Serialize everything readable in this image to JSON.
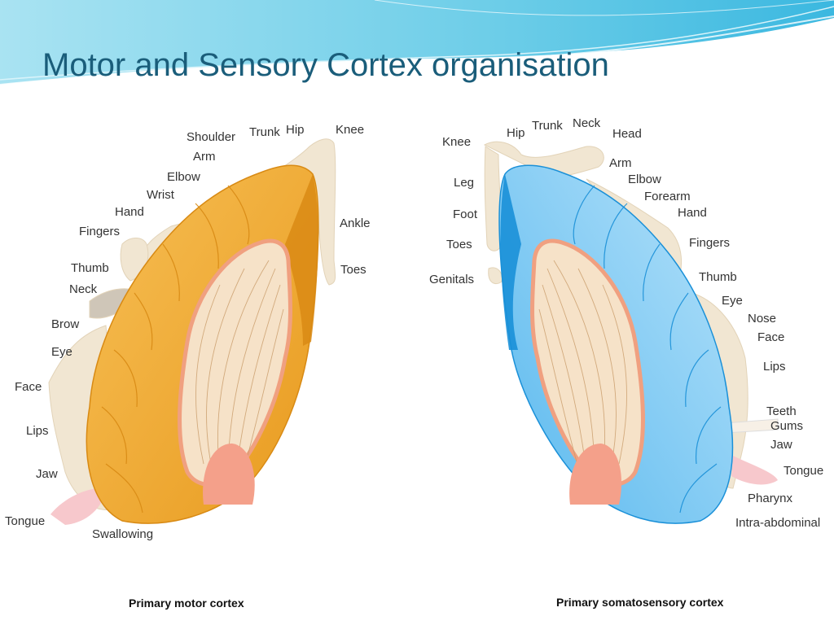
{
  "slide": {
    "title": "Motor and Sensory Cortex organisation"
  },
  "motor": {
    "caption": "Primary motor cortex",
    "labels": {
      "shoulder": "Shoulder",
      "trunk": "Trunk",
      "hip": "Hip",
      "knee": "Knee",
      "arm": "Arm",
      "elbow": "Elbow",
      "wrist": "Wrist",
      "hand": "Hand",
      "fingers": "Fingers",
      "ankle": "Ankle",
      "toes": "Toes",
      "thumb": "Thumb",
      "neck": "Neck",
      "brow": "Brow",
      "eye": "Eye",
      "face": "Face",
      "lips": "Lips",
      "jaw": "Jaw",
      "tongue": "Tongue",
      "swallowing": "Swallowing"
    },
    "colors": {
      "cortex": "#f0a830",
      "cortex_dark": "#d98a14",
      "cross_section": "#f5dcc0",
      "border": "#f0a080"
    }
  },
  "sensory": {
    "caption": "Primary somatosensory cortex",
    "labels": {
      "hip": "Hip",
      "trunk": "Trunk",
      "neck": "Neck",
      "head": "Head",
      "knee": "Knee",
      "arm": "Arm",
      "elbow": "Elbow",
      "leg": "Leg",
      "forearm": "Forearm",
      "foot": "Foot",
      "hand": "Hand",
      "toes": "Toes",
      "fingers": "Fingers",
      "genitals": "Genitals",
      "thumb": "Thumb",
      "eye": "Eye",
      "nose": "Nose",
      "face": "Face",
      "lips": "Lips",
      "teeth": "Teeth",
      "gums": "Gums",
      "jaw": "Jaw",
      "tongue": "Tongue",
      "pharynx": "Pharynx",
      "intra_abdominal": "Intra-abdominal"
    },
    "colors": {
      "cortex": "#7cc8f0",
      "cortex_dark": "#1a90d8",
      "cross_section": "#f5dcc0",
      "border": "#f0a080"
    }
  },
  "theme": {
    "title_color": "#1a5d7a",
    "banner": "#5fc6e6"
  }
}
